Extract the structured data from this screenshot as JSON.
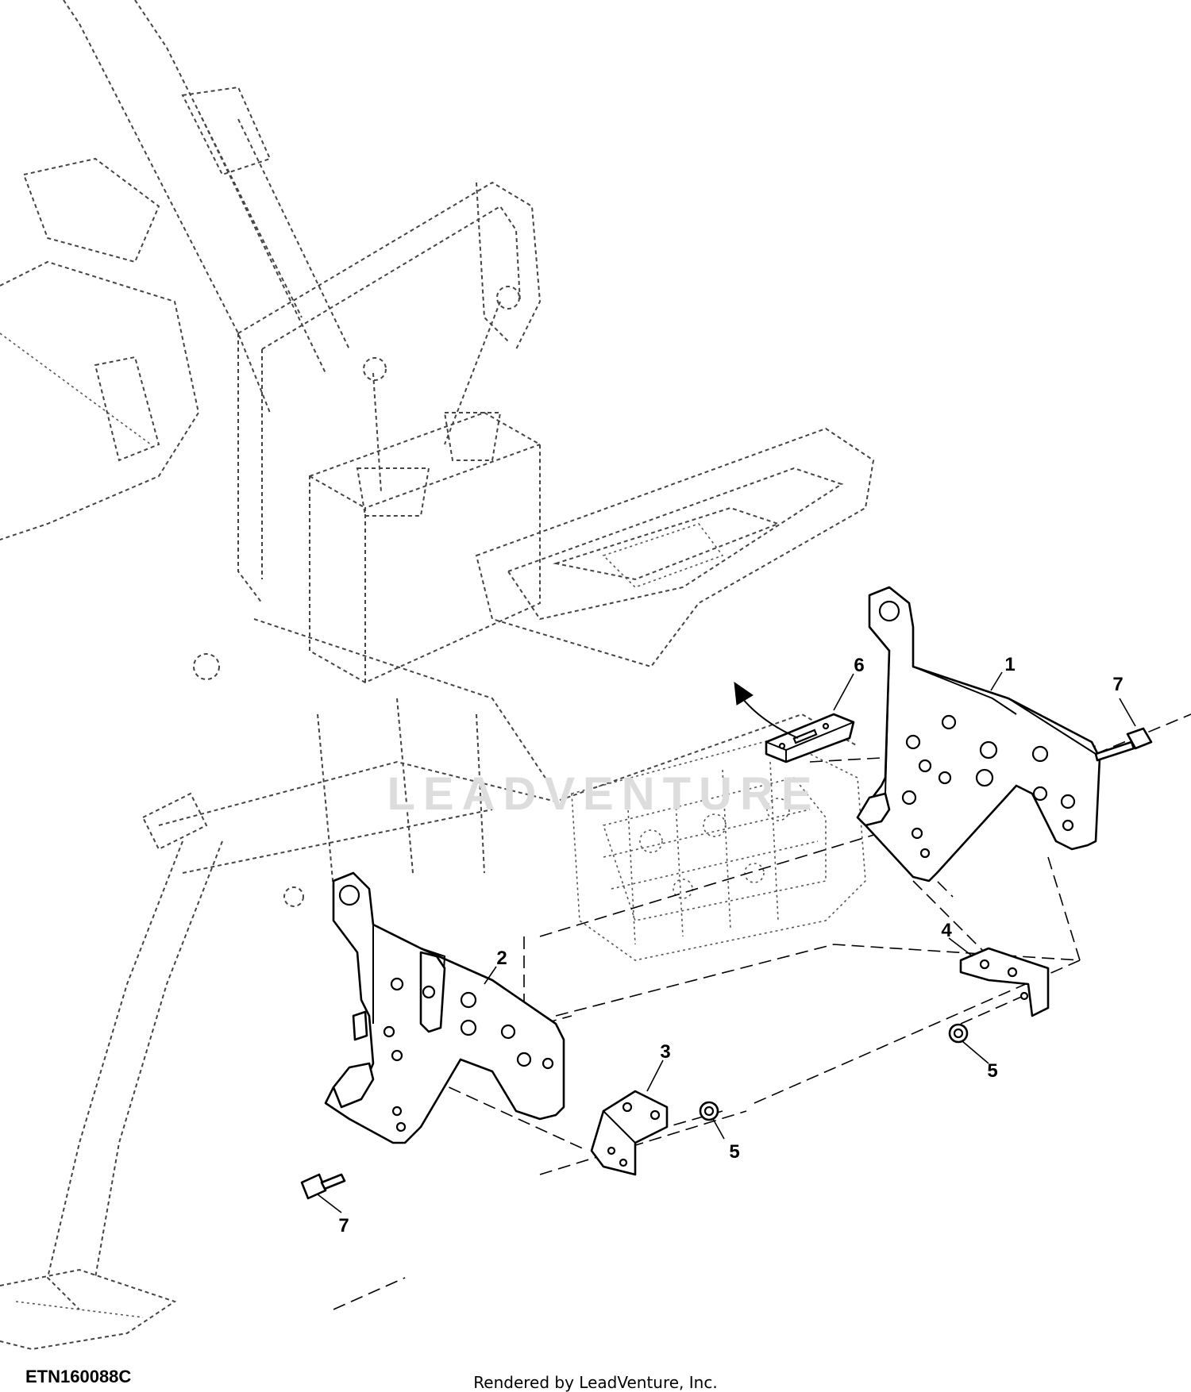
{
  "callouts": {
    "c1": "1",
    "c2": "2",
    "c3": "3",
    "c4": "4",
    "c5a": "5",
    "c5b": "5",
    "c6": "6",
    "c7a": "7",
    "c7b": "7"
  },
  "watermark": "LEADVENTURE",
  "figure_id": "ETN160088C",
  "footer": "Rendered by LeadVenture, Inc."
}
